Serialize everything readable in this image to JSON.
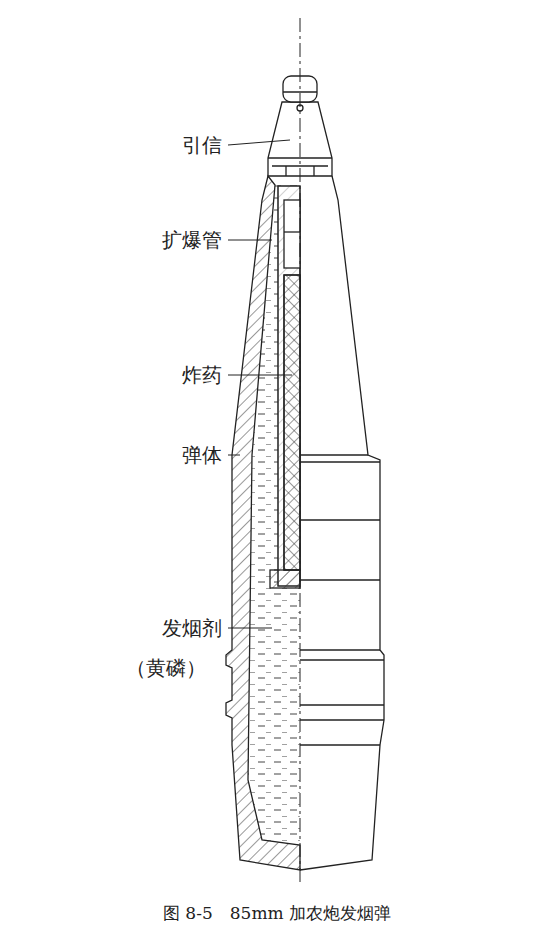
{
  "diagram": {
    "caption": "图 8-5　85mm 加农炮发烟弹",
    "labels": [
      "引信",
      "扩爆管",
      "炸药",
      "弹体",
      "发烟剂",
      "（黄磷）"
    ]
  }
}
